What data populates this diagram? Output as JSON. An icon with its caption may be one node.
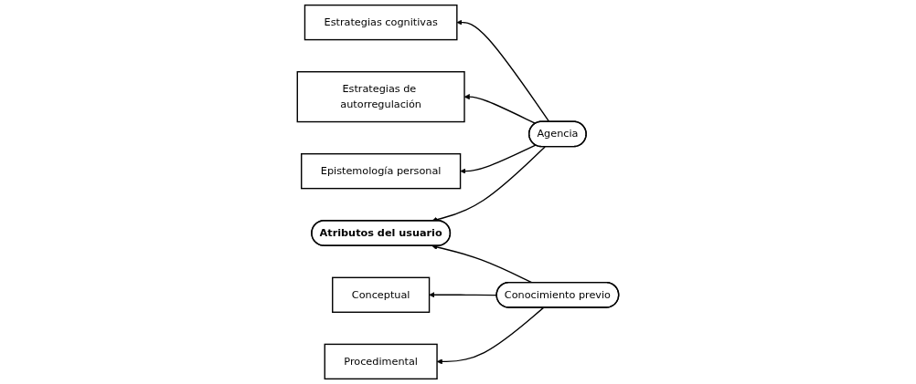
{
  "diagram": {
    "nodes": [
      {
        "text": [
          "Estrategias cognitivas"
        ]
      },
      {
        "text": [
          "Estrategias de autorregulación"
        ]
      },
      {
        "text": [
          "Epistemología personal"
        ]
      },
      {
        "text": [
          "Agencia"
        ]
      },
      {
        "text": [
          "Atributos del usuario"
        ]
      },
      {
        "text": [
          "Conceptual"
        ]
      },
      {
        "text": [
          "Conocimiento previo"
        ]
      },
      {
        "text": [
          "Procedimental"
        ]
      }
    ],
    "edges": [
      {
        "from": 3,
        "to": 0,
        "arrow": "to"
      },
      {
        "from": 3,
        "to": 1,
        "arrow": "to"
      },
      {
        "from": 3,
        "to": 2,
        "arrow": "to"
      },
      {
        "from": 3,
        "to": 4,
        "arrow": "to"
      },
      {
        "from": 6,
        "to": 4,
        "arrow": "to"
      },
      {
        "from": 6,
        "to": 5,
        "arrow": "to"
      },
      {
        "from": 6,
        "to": 7,
        "arrow": "to"
      }
    ]
  }
}
